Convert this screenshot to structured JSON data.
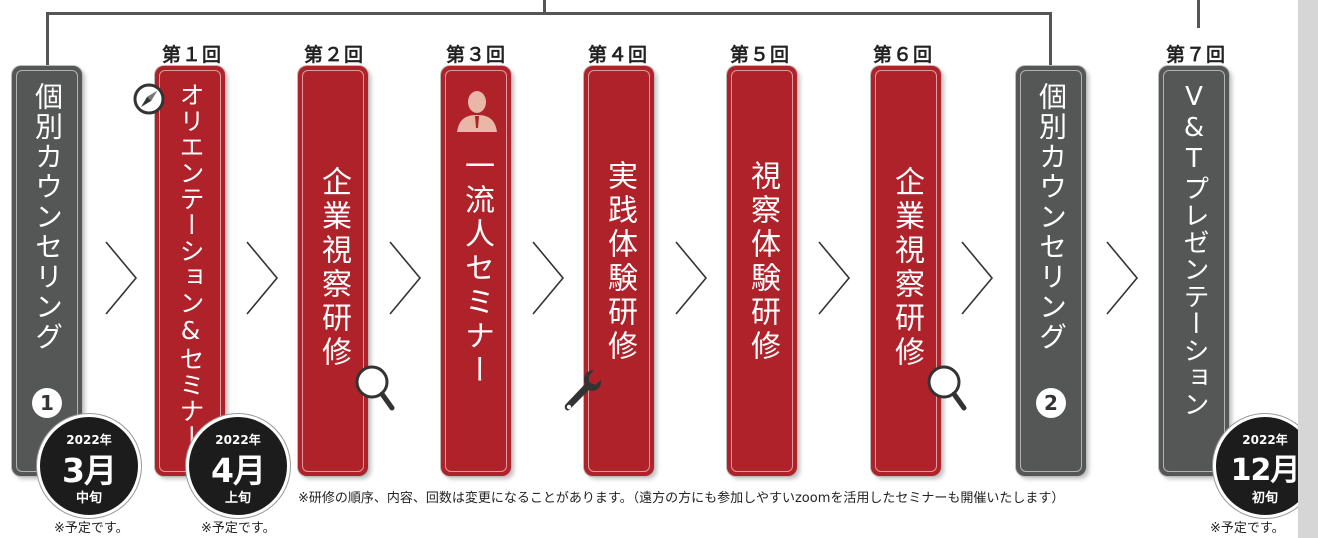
{
  "steps": [
    {
      "label": "",
      "text": "個別カウンセリング",
      "num": "1"
    },
    {
      "label": "第１回",
      "text": "オリエンテーション&セミナー"
    },
    {
      "label": "第２回",
      "text": "企業視察研修"
    },
    {
      "label": "第３回",
      "text": "一流人セミナー"
    },
    {
      "label": "第４回",
      "text": "実践体験研修"
    },
    {
      "label": "第５回",
      "text": "視察体験研修"
    },
    {
      "label": "第６回",
      "text": "企業視察研修"
    },
    {
      "label": "",
      "text": "個別カウンセリング",
      "num": "2"
    },
    {
      "label": "第７回",
      "text": "V&Tプレゼンテーション"
    }
  ],
  "badges": [
    {
      "year": "2022年",
      "month": "3月",
      "period": "中旬"
    },
    {
      "year": "2022年",
      "month": "4月",
      "period": "上旬"
    },
    {
      "year": "2022年",
      "month": "12月",
      "period": "初旬"
    }
  ],
  "notes": {
    "tentative": "※予定です。",
    "main": "※研修の順序、内容、回数は変更になることがあります。（遠方の方にも参加しやすいzoomを活用したセミナーも開催いたします）"
  },
  "colors": {
    "red": "#b0222a",
    "gray": "#555656",
    "badge": "#1c1c1c"
  },
  "icons": [
    "compass-icon",
    "person-icon",
    "magnifier-icon",
    "wrench-icon"
  ]
}
